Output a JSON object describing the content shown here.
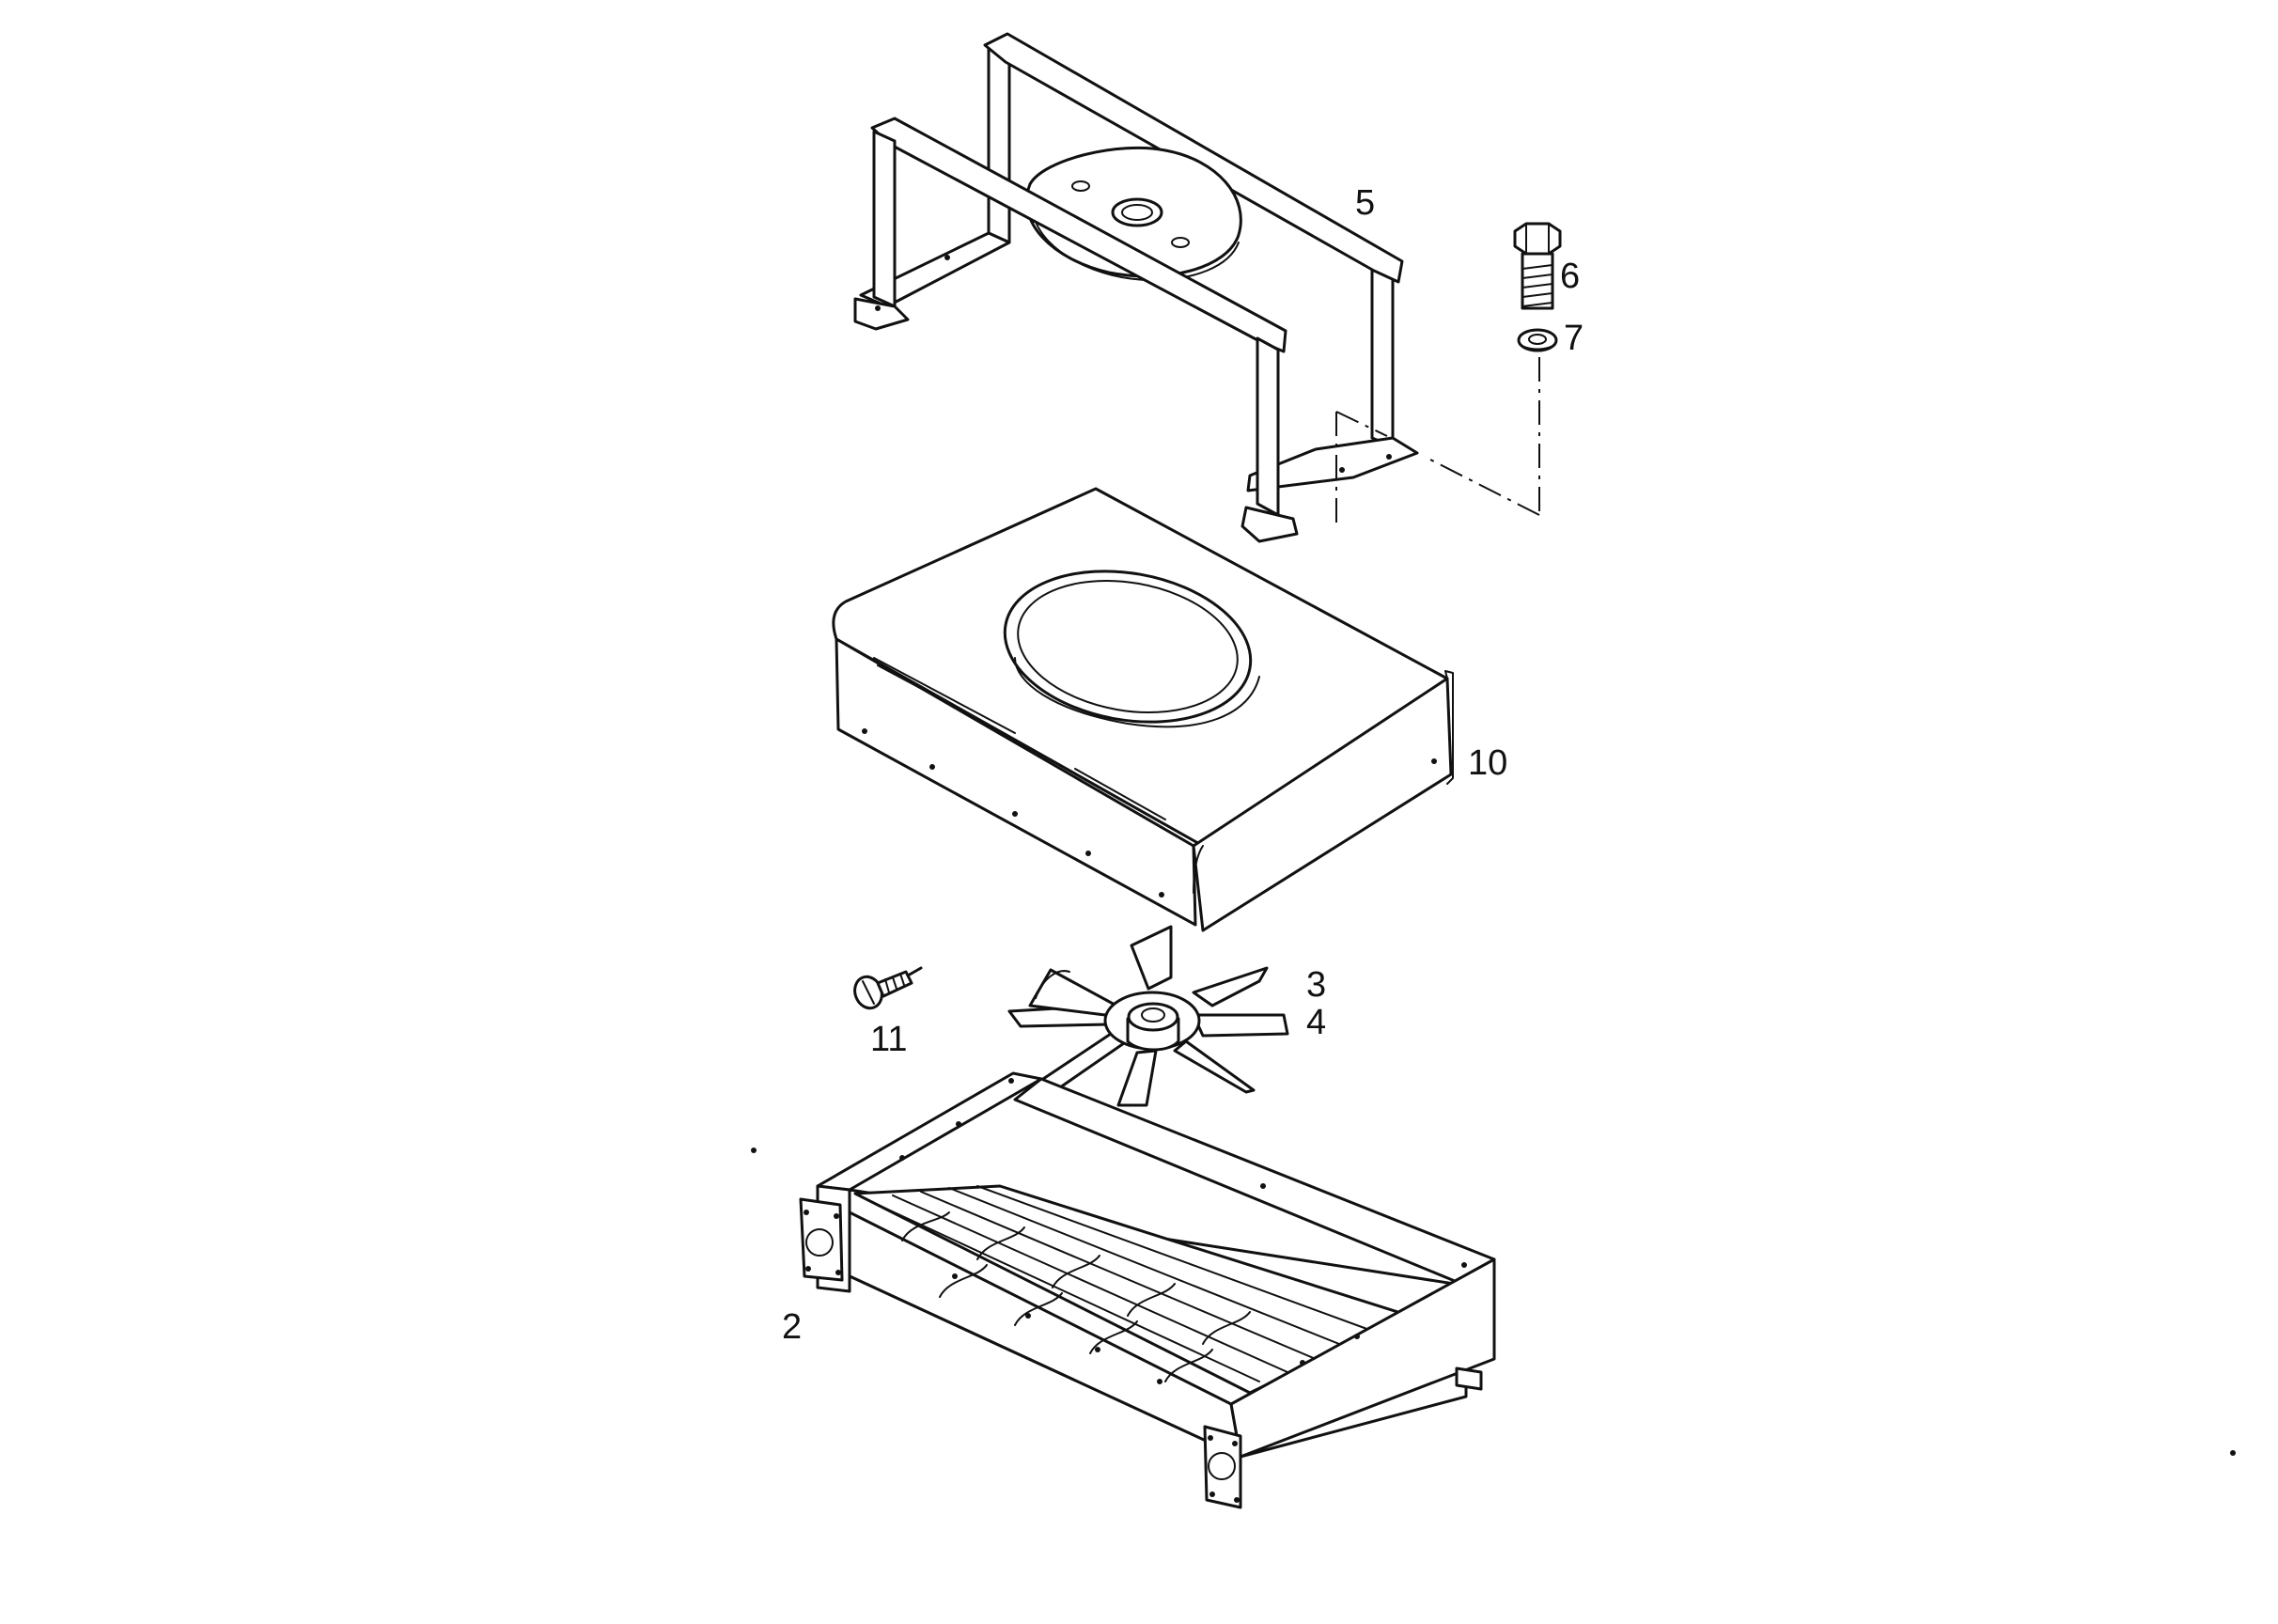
{
  "callouts": {
    "frame": "5",
    "bolt": "6",
    "washer": "7",
    "cover": "10",
    "fan_upper": "3",
    "fan_lower": "4",
    "screw": "11",
    "radiator": "2"
  },
  "colors": {
    "ink": "#111111",
    "paper": "#ffffff"
  }
}
